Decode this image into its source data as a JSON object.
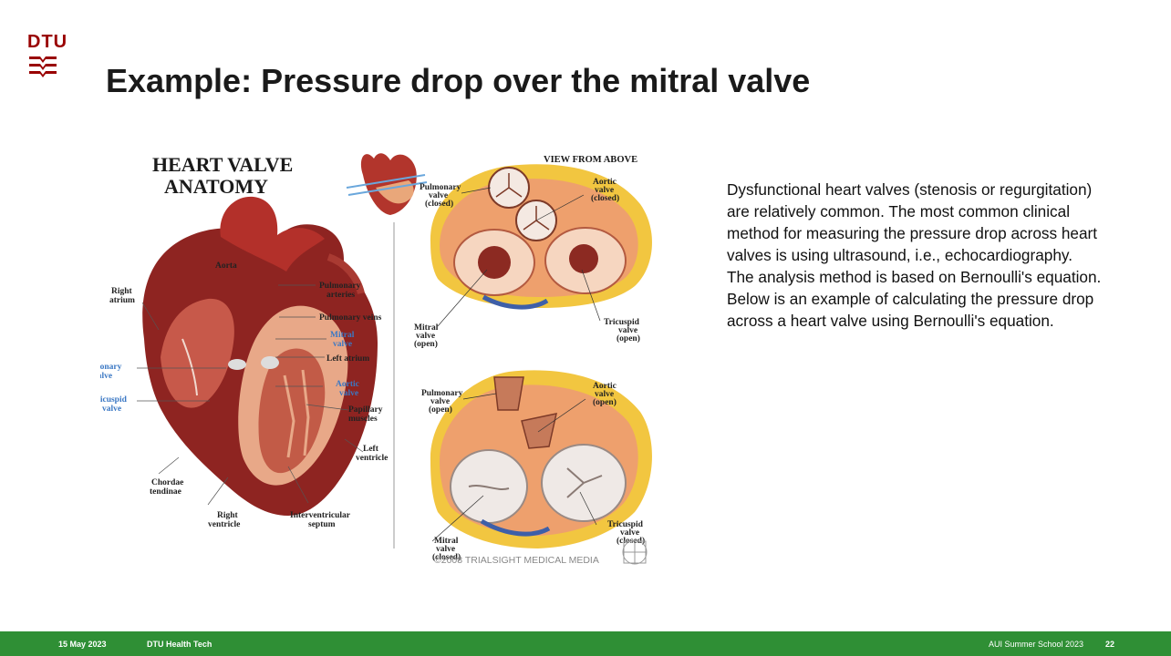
{
  "header": {
    "logo_text": "DTU",
    "title": "Example: Pressure drop over the mitral valve"
  },
  "figure": {
    "heading_line1": "HEART VALVE",
    "heading_line2": "ANATOMY",
    "view_from_above": "VIEW FROM ABOVE",
    "labels": {
      "aorta": "Aorta",
      "right_atrium_1": "Right",
      "right_atrium_2": "atrium",
      "pulmonary_arteries_1": "Pulmonary",
      "pulmonary_arteries_2": "arteries",
      "pulmonary_veins": "Pulmonary veins",
      "mitral_valve_1": "Mitral",
      "mitral_valve_2": "valve",
      "left_atrium": "Left atrium",
      "pulmonary_valve_1": "Pulmonary",
      "pulmonary_valve_2": "valve",
      "aortic_valve_1": "Aortic",
      "aortic_valve_2": "valve",
      "tricuspid_valve_1": "Tricuspid",
      "tricuspid_valve_2": "valve",
      "papillary_1": "Papillary",
      "papillary_2": "muscles",
      "left_ventricle_1": "Left",
      "left_ventricle_2": "ventricle",
      "chordae_1": "Chordae",
      "chordae_2": "tendinae",
      "right_ventricle_1": "Right",
      "right_ventricle_2": "ventricle",
      "interventricular_1": "Interventricular",
      "interventricular_2": "septum",
      "top_pulmonary_1": "Pulmonary",
      "top_pulmonary_2": "valve",
      "top_pulmonary_3": "(closed)",
      "top_aortic_1": "Aortic",
      "top_aortic_2": "valve",
      "top_aortic_3": "(closed)",
      "top_mitral_1": "Mitral",
      "top_mitral_2": "valve",
      "top_mitral_3": "(open)",
      "top_tricuspid_1": "Tricuspid",
      "top_tricuspid_2": "valve",
      "top_tricuspid_3": "(open)",
      "bot_pulmonary_1": "Pulmonary",
      "bot_pulmonary_2": "valve",
      "bot_pulmonary_3": "(open)",
      "bot_aortic_1": "Aortic",
      "bot_aortic_2": "valve",
      "bot_aortic_3": "(open)",
      "bot_mitral_1": "Mitral",
      "bot_mitral_2": "valve",
      "bot_mitral_3": "(closed)",
      "bot_tricuspid_1": "Tricuspid",
      "bot_tricuspid_2": "valve",
      "bot_tricuspid_3": "(closed)"
    },
    "watermark": "©2008 TRIALSIGHT MEDICAL MEDIA"
  },
  "body": {
    "paragraph1": "Dysfunctional heart valves (stenosis or regurgitation) are relatively common. The most common clinical method for measuring the pressure drop across heart valves is using ultrasound, i.e., echocardiography.",
    "paragraph2": "The analysis method is based on Bernoulli's equation. Below is an example of calculating the pressure drop across a heart valve using Bernoulli's equation."
  },
  "footer": {
    "date": "15 May 2023",
    "department": "DTU Health Tech",
    "event": "AUI Summer School 2023",
    "page": "22"
  },
  "colors": {
    "footer_green": "#2f8f35",
    "logo_red": "#990000",
    "valve_label_blue": "#3b78c4"
  }
}
